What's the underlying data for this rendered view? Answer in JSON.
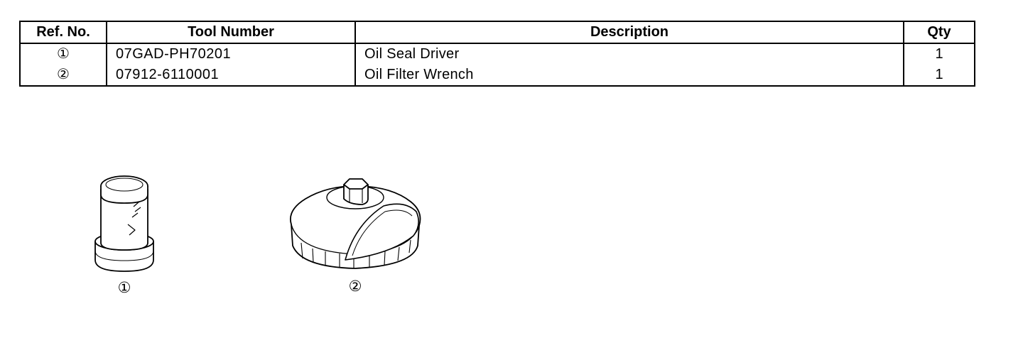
{
  "table": {
    "headers": [
      "Ref. No.",
      "Tool Number",
      "Description",
      "Qty"
    ],
    "rows": [
      {
        "ref": "①",
        "tool_number": "07GAD-PH70201",
        "description": "Oil Seal Driver",
        "qty": "1"
      },
      {
        "ref": "②",
        "tool_number": "07912-6110001",
        "description": "Oil Filter Wrench",
        "qty": "1"
      }
    ]
  },
  "figures": [
    {
      "label": "①",
      "icon": "oil-seal-driver-icon"
    },
    {
      "label": "②",
      "icon": "oil-filter-wrench-icon"
    }
  ]
}
